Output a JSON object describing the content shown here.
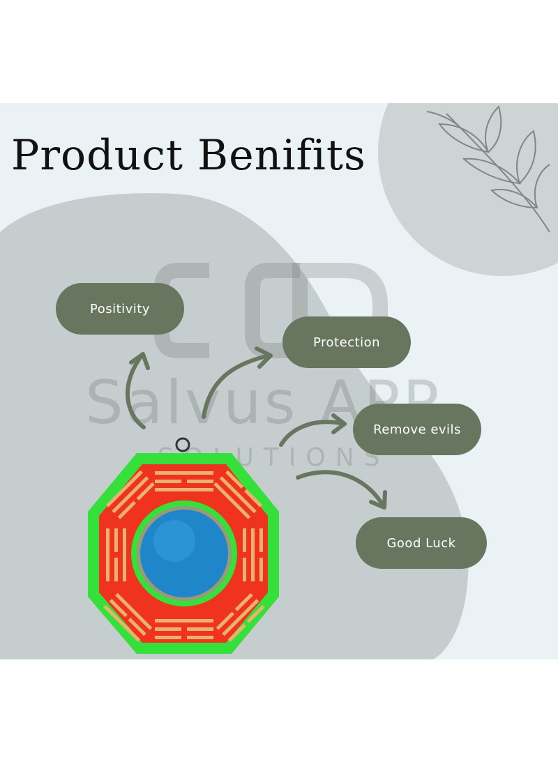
{
  "title": "Product Benifits",
  "watermark": {
    "brand": "Salvus APP",
    "subtitle": "SOLUTIONS"
  },
  "benefits": [
    {
      "label": "Positivity"
    },
    {
      "label": "Protection"
    },
    {
      "label": "Remove evils"
    },
    {
      "label": "Good Luck"
    }
  ],
  "colors": {
    "panel_background": "#eaf2f5",
    "blob": "#c5cdce",
    "pill": "#68765f",
    "arrow": "#68765f",
    "bagua_frame": "#35e03a",
    "bagua_red": "#f0331f",
    "trigram": "#e9b36e",
    "mirror": "#1e86c9"
  },
  "icons": [
    "leaf-branch-icon",
    "curved-arrow-icon"
  ]
}
